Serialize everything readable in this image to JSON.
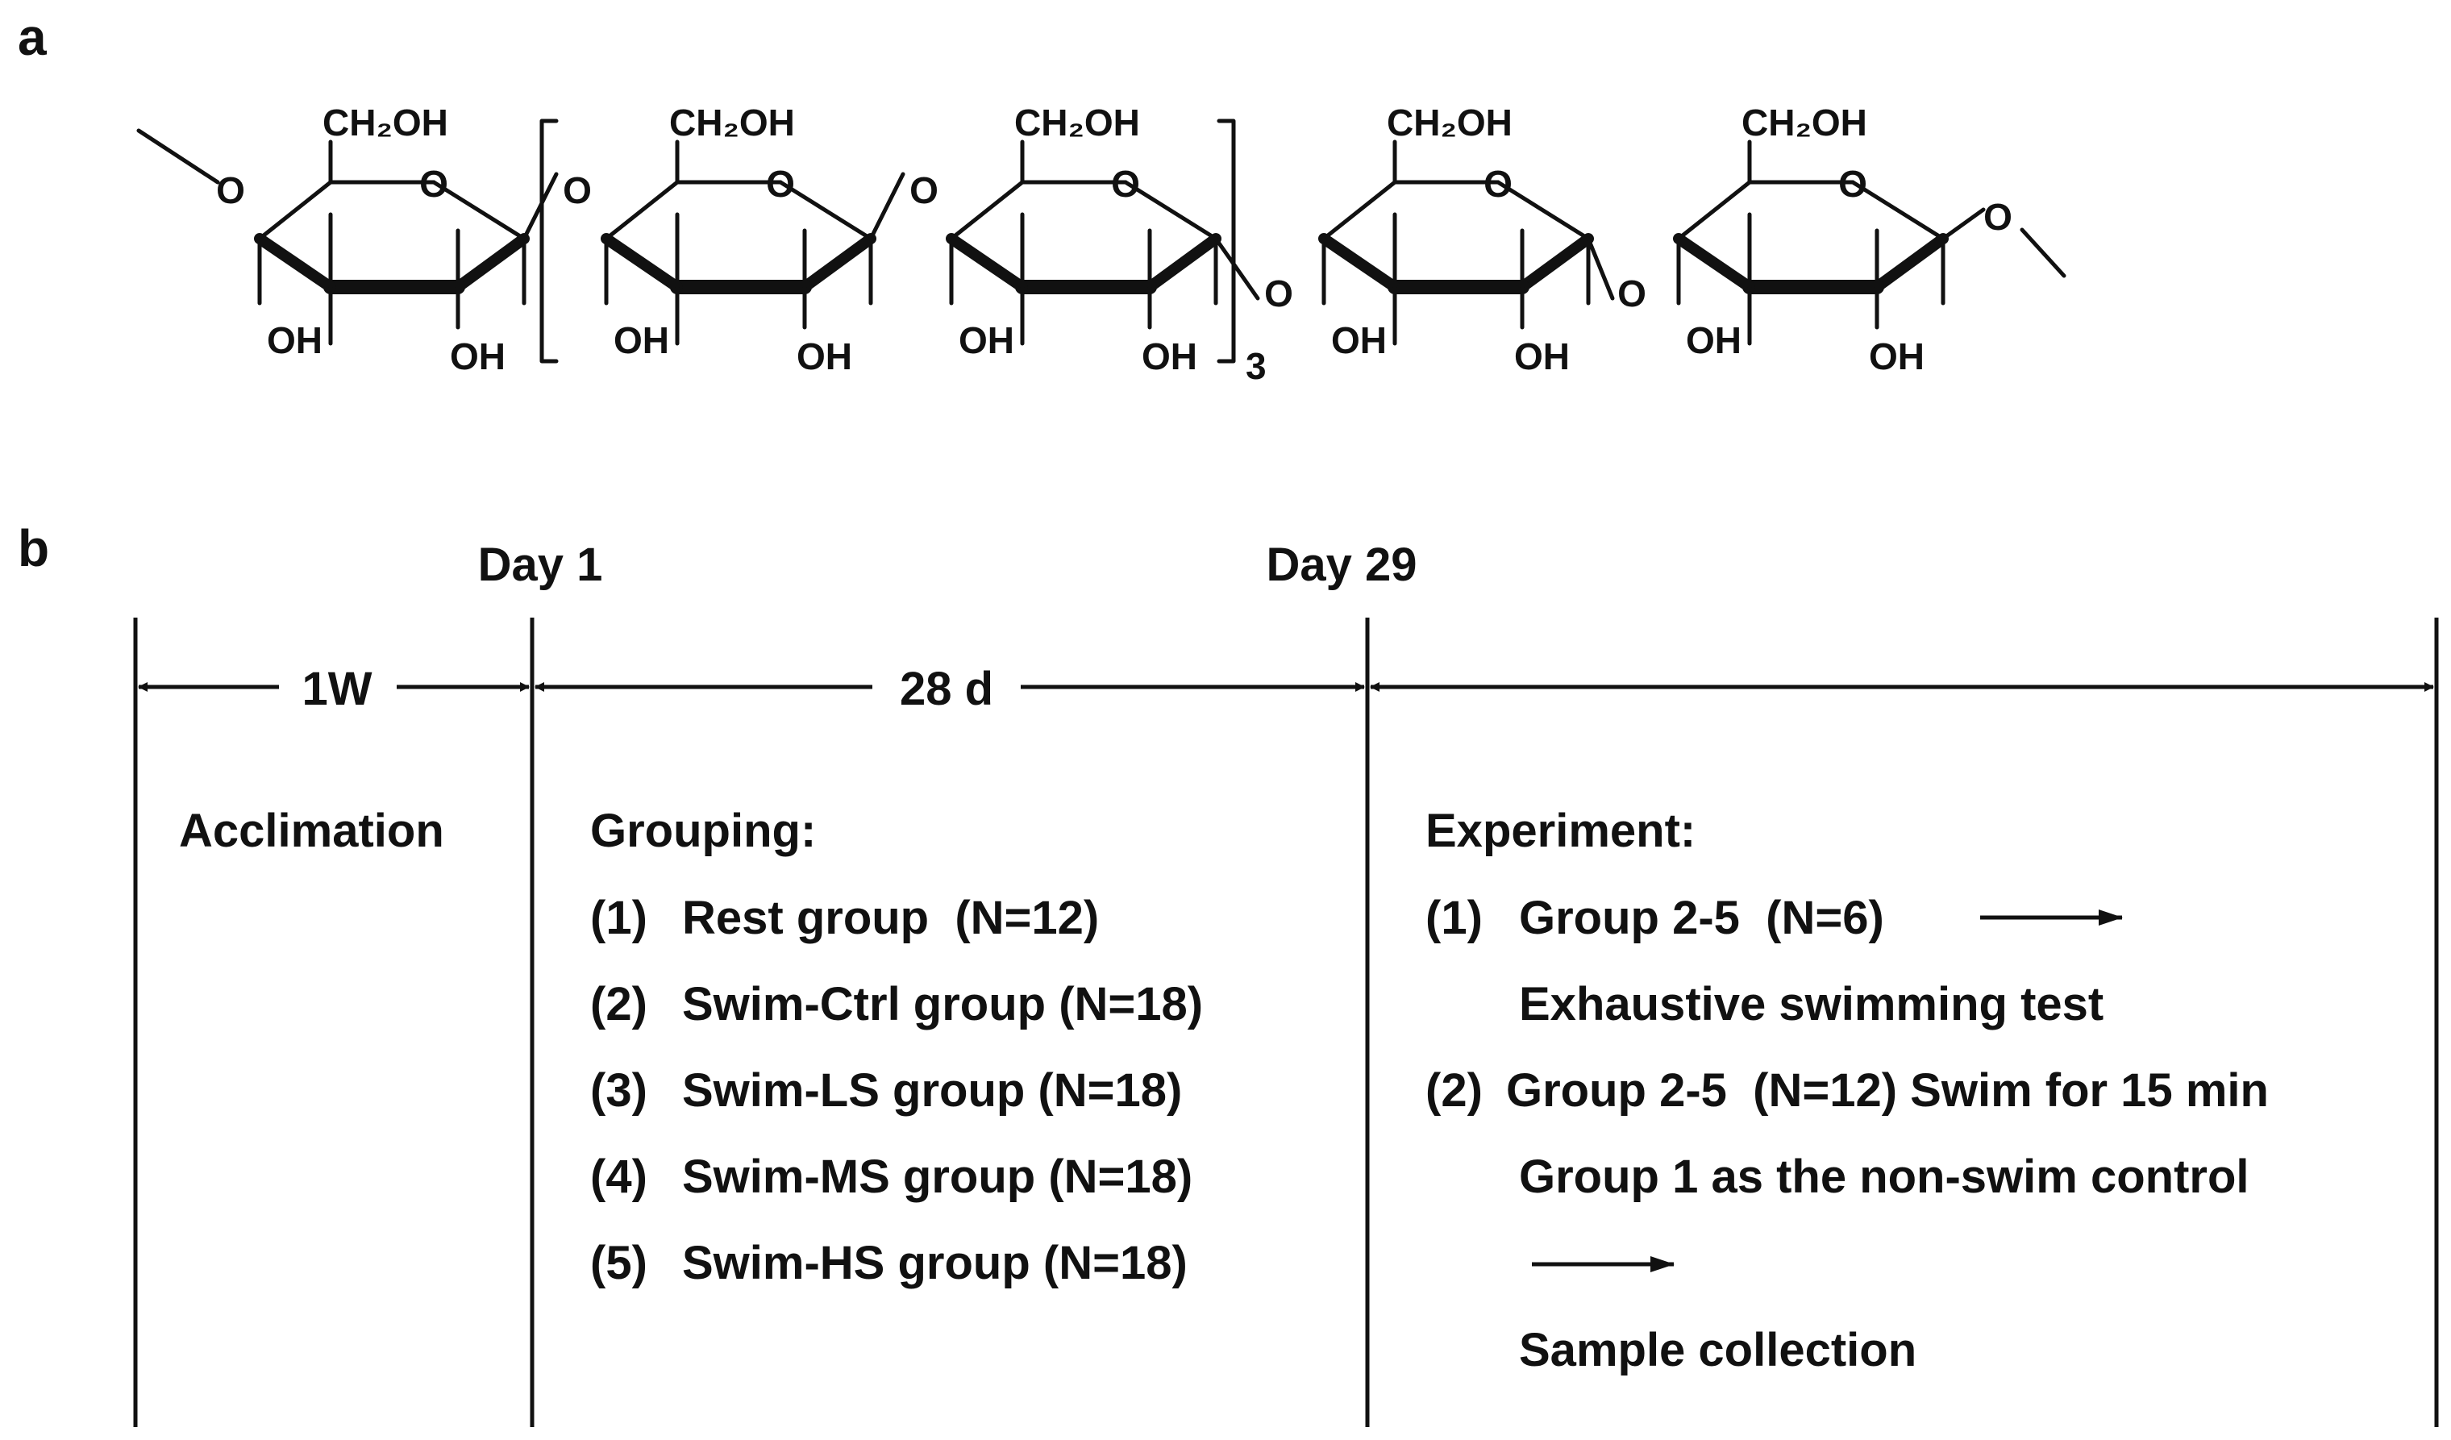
{
  "panel_a": {
    "label": "a",
    "substituent": "CH₂OH",
    "hydroxyl": "OH",
    "ring_oxygen": "O",
    "repeat_subscript": "3"
  },
  "panel_b": {
    "label": "b",
    "timepoints": [
      "Day 1",
      "Day 29"
    ],
    "intervals": [
      "1W",
      "28 d"
    ],
    "acclimation": "Acclimation",
    "grouping": {
      "title": "Grouping:",
      "items": [
        {
          "num": "(1)",
          "text": "Rest group  (N=12)"
        },
        {
          "num": "(2)",
          "text": "Swim-Ctrl group (N=18)"
        },
        {
          "num": "(3)",
          "text": "Swim-LS group (N=18)"
        },
        {
          "num": "(4)",
          "text": "Swim-MS group (N=18)"
        },
        {
          "num": "(5)",
          "text": "Swim-HS group (N=18)"
        }
      ]
    },
    "experiment": {
      "title": "Experiment:",
      "item1": {
        "num": "(1)",
        "text": "Group 2-5  (N=6)",
        "detail": "Exhaustive swimming test"
      },
      "item2": {
        "num": "(2)",
        "text": "Group 2-5  (N=12) Swim for 15 min",
        "detail": "Group 1 as the non-swim control",
        "result": "Sample collection"
      }
    }
  }
}
